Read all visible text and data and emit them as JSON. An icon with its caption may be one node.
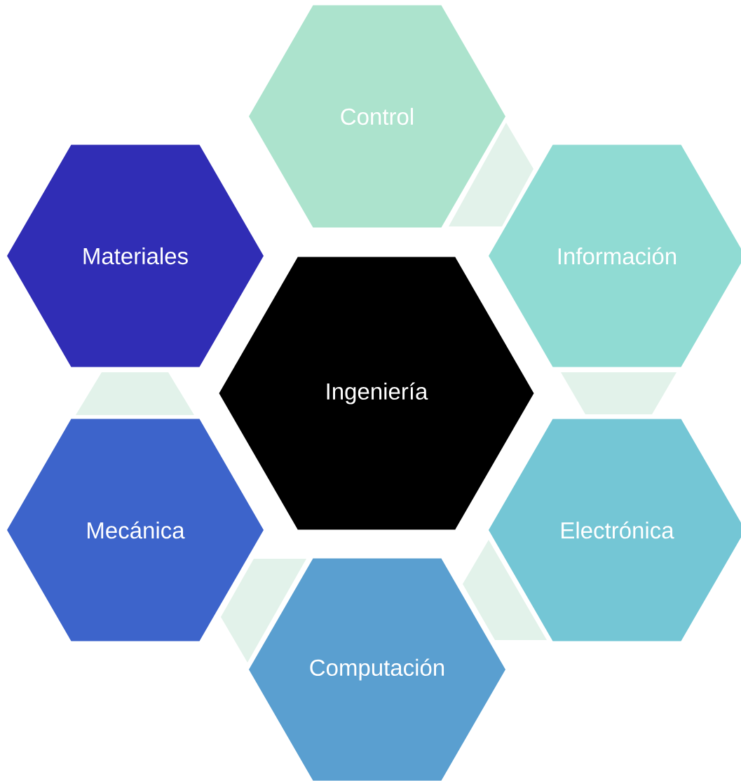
{
  "diagram": {
    "nodes": [
      {
        "text": [
          "Control"
        ]
      },
      {
        "text": [
          "Materiales"
        ]
      },
      {
        "text": [
          "Información"
        ]
      },
      {
        "text": [
          "Ingeniería"
        ]
      },
      {
        "text": [
          "Mecánica"
        ]
      },
      {
        "text": [
          "Electrónica"
        ]
      },
      {
        "text": [
          "Computación"
        ]
      }
    ]
  }
}
